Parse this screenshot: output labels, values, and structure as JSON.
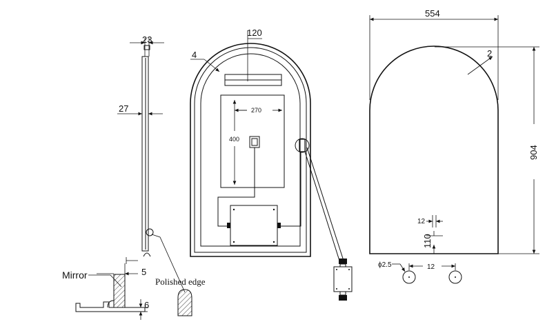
{
  "side_view": {
    "thickness_label": "23",
    "depth_label": "27",
    "mirror_label": "Mirror",
    "mirror_gap_label": "5",
    "bracket_label": "6",
    "edge_label": "Polished edge"
  },
  "back_view": {
    "frame_label": "4",
    "top_width_label": "120",
    "panel_width_label": "270",
    "panel_height_label": "400"
  },
  "front_view": {
    "width_label": "554",
    "height_label": "904",
    "border_label": "2",
    "hole_spacing_label": "12",
    "hole_offset_label": "110",
    "hole_diameter_label": "ϕ2.5",
    "hole_pitch_label": "12"
  }
}
